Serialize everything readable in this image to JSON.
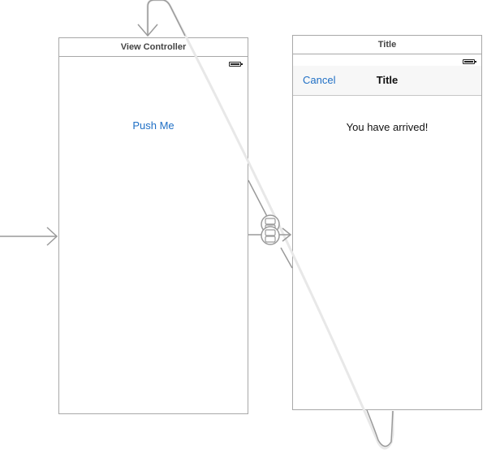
{
  "view_controller": {
    "title": "View Controller",
    "push_button_label": "Push Me"
  },
  "destination_controller": {
    "title": "Title",
    "nav_bar": {
      "cancel_label": "Cancel",
      "title": "Title"
    },
    "message": "You have arrived!"
  },
  "icons": {
    "battery": "battery-icon",
    "segue": "segue-icon",
    "entry_arrow": "entry-point-arrow-icon"
  },
  "colors": {
    "link_blue": "#1f6fc5",
    "frame_border": "#a8a8a8",
    "connector_gray": "#9a9a9a"
  }
}
